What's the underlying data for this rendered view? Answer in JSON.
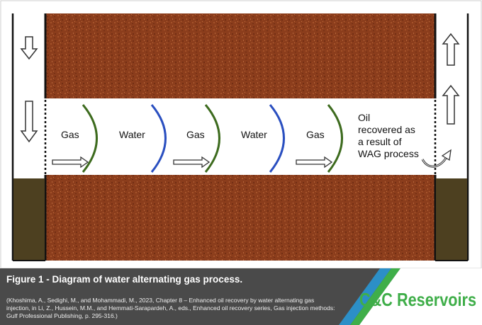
{
  "labels": {
    "gas_1": "Gas",
    "water_1": "Water",
    "gas_2": "Gas",
    "water_2": "Water",
    "gas_3": "Gas",
    "oil_line1": "Oil",
    "oil_line2": "recovered as",
    "oil_line3": "a result of",
    "oil_line4": "WAG process"
  },
  "caption": {
    "title": "Figure 1 - Diagram of water alternating gas process.",
    "reference": "(Khoshima, A., Sedighi, M., and Mohammadi, M., 2023, Chapter 8 – Enhanced oil recovery by water alternating gas injection, in Li, Z., Hussein, M.M., and Hemmati-Sarapardeh, A., eds., Enhanced oil recovery series, Gas injection methods: Gulf Professional Publishing, p. 295-316.)"
  },
  "logo": {
    "text": "C&C Reservoirs"
  },
  "colors": {
    "rock": "#8b3d1c",
    "fluid_column": "#4d4020",
    "gas_front": "#3d6b1e",
    "water_front": "#2a4fc0",
    "caption_bg": "#4a4a4a",
    "stripe_blue": "#2c8fc7",
    "stripe_green": "#3fae49",
    "logo_green": "#3fae49"
  },
  "icons": {
    "injection_arrows": "down-arrow-icon",
    "production_arrows": "up-arrow-icon",
    "flow_arrows": "right-arrow-icon",
    "curved_arrow": "curved-up-arrow-icon"
  }
}
